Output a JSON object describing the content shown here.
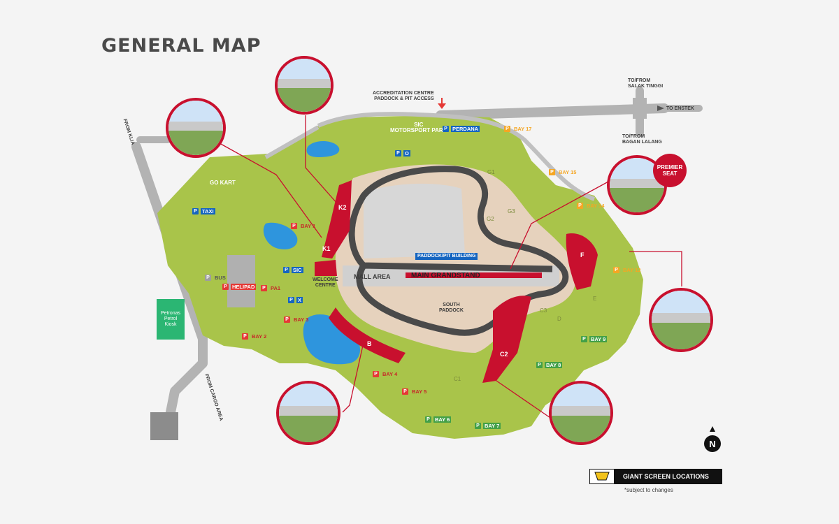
{
  "title": "GENERAL MAP",
  "roads": {
    "from_klia": "FROM KLIA",
    "from_cargo": "FROM CARGO AREA",
    "salak": "TO/FROM\nSALAK TINGGI",
    "enstek": "TO ENSTEK",
    "bagan": "TO/FROM\nBAGAN LALANG",
    "accreditation": "ACCREDITATION CENTRE\nPADDOCK & PIT ACCESS"
  },
  "areas": {
    "sic_park": "SIC\nMOTORSPORT PARK",
    "go_kart": "GO KART",
    "mall_area": "MALL AREA",
    "welcome_centre": "WELCOME\nCENTRE",
    "main_grandstand": "MAIN GRANDSTAND",
    "paddock_pit": "PADDOCK/PIT BUILDING",
    "south_paddock": "SOUTH\nPADDOCK",
    "petronas": "Petronas\nPetrol\nKiosk"
  },
  "parking": [
    {
      "id": "perdana",
      "label": "PERDANA",
      "color": "blue"
    },
    {
      "id": "o",
      "label": "O",
      "color": "blue"
    },
    {
      "id": "taxi",
      "label": "TAXI",
      "color": "blue"
    },
    {
      "id": "sic",
      "label": "SIC",
      "color": "blue"
    },
    {
      "id": "x",
      "label": "X",
      "color": "blue"
    },
    {
      "id": "bus",
      "label": "BUS",
      "color": "grey"
    },
    {
      "id": "helipad",
      "label": "HELIPAD",
      "color": "red"
    },
    {
      "id": "pa1",
      "label": "PA1",
      "color": "darkred"
    },
    {
      "id": "bay1",
      "label": "BAY 1",
      "color": "darkred"
    },
    {
      "id": "bay2",
      "label": "BAY 2",
      "color": "darkred"
    },
    {
      "id": "bay3",
      "label": "BAY 3",
      "color": "darkred"
    },
    {
      "id": "bay4",
      "label": "BAY 4",
      "color": "darkred"
    },
    {
      "id": "bay5",
      "label": "BAY 5",
      "color": "darkred"
    },
    {
      "id": "bay6",
      "label": "BAY 6",
      "color": "green"
    },
    {
      "id": "bay7",
      "label": "BAY 7",
      "color": "green"
    },
    {
      "id": "bay8",
      "label": "BAY 8",
      "color": "green"
    },
    {
      "id": "bay9",
      "label": "BAY 9",
      "color": "green"
    },
    {
      "id": "bay12",
      "label": "BAY 12",
      "color": "orange"
    },
    {
      "id": "bay14",
      "label": "BAY 14",
      "color": "orange"
    },
    {
      "id": "bay15",
      "label": "BAY 15",
      "color": "orange"
    },
    {
      "id": "bay17",
      "label": "BAY 17",
      "color": "orange"
    }
  ],
  "stands": {
    "k1": "K1",
    "k2": "K2",
    "b": "B",
    "c2": "C2",
    "f": "F",
    "g1": "G1",
    "g2": "G2",
    "g3": "G3",
    "c1": "C1",
    "c3": "C3",
    "d": "D",
    "e": "E"
  },
  "premier_seat": "PREMIER\nSEAT",
  "legend": {
    "label": "GIANT SCREEN LOCATIONS",
    "note": "*subject to changes"
  },
  "north": "N",
  "colors": {
    "track": "#4a4a4a",
    "stand": "#c8102e",
    "grass": "#a9c44a",
    "water": "#2e95dd",
    "road": "#b3b3b3"
  }
}
